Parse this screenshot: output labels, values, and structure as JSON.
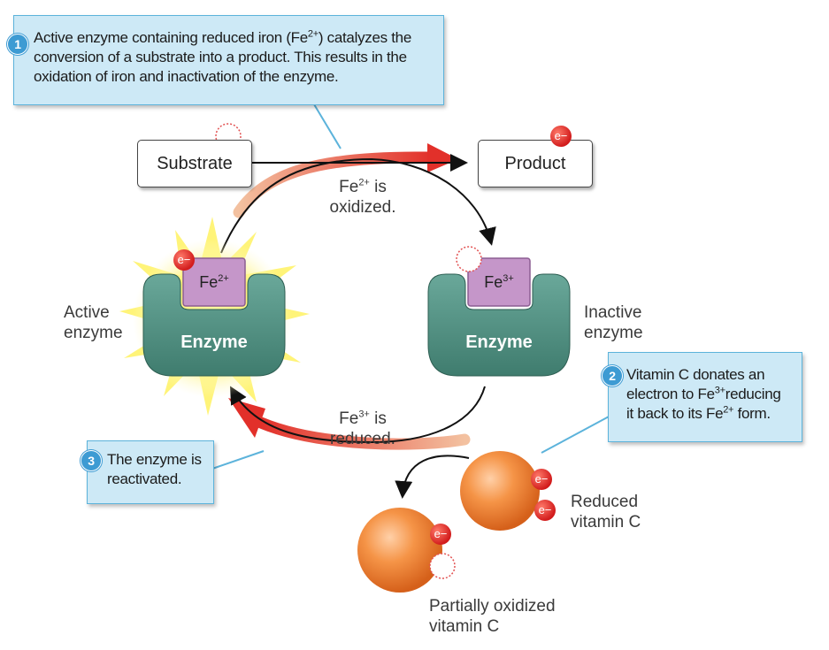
{
  "callouts": {
    "c1": {
      "number": "1",
      "text_a": "Active enzyme containing reduced iron (Fe",
      "sup_a": "2+",
      "text_b": ") catalyzes the",
      "line2": "conversion of a substrate into a product. This results in the",
      "line3": "oxidation of iron and inactivation of the enzyme."
    },
    "c2": {
      "number": "2",
      "line1": "Vitamin C donates an",
      "line2_a": "electron to Fe",
      "line2_sup": "3+",
      "line2_b": "reducing",
      "line3_a": "it back to its Fe",
      "line3_sup": "2+",
      "line3_b": " form."
    },
    "c3": {
      "number": "3",
      "line1": "The enzyme is",
      "line2": "reactivated."
    }
  },
  "boxes": {
    "substrate": "Substrate",
    "product": "Product"
  },
  "arrow_labels": {
    "oxidized": {
      "fe": "Fe",
      "sup": "2+",
      "is": " is",
      "word": "oxidized."
    },
    "reduced": {
      "fe": "Fe",
      "sup": "3+",
      "is": " is",
      "word": "reduced."
    }
  },
  "enzymes": {
    "active": {
      "body": "Enzyme",
      "fe": "Fe",
      "sup": "2+",
      "label_line1": "Active",
      "label_line2": "enzyme"
    },
    "inactive": {
      "body": "Enzyme",
      "fe": "Fe",
      "sup": "3+",
      "label_line1": "Inactive",
      "label_line2": "enzyme"
    }
  },
  "electron": "e−",
  "vitamins": {
    "reduced": {
      "line1": "Reduced",
      "line2": "vitamin C"
    },
    "partial": {
      "line1": "Partially oxidized",
      "line2": "vitamin C"
    }
  },
  "colors": {
    "callout_fill": "#cde9f6",
    "callout_border": "#5cb3db",
    "enzyme": "#4f8f80",
    "iron_site": "#c596c9",
    "electron": "#d21c1c",
    "vitamin": "#f07a2a",
    "cycle_arrow": "#e8382a"
  }
}
